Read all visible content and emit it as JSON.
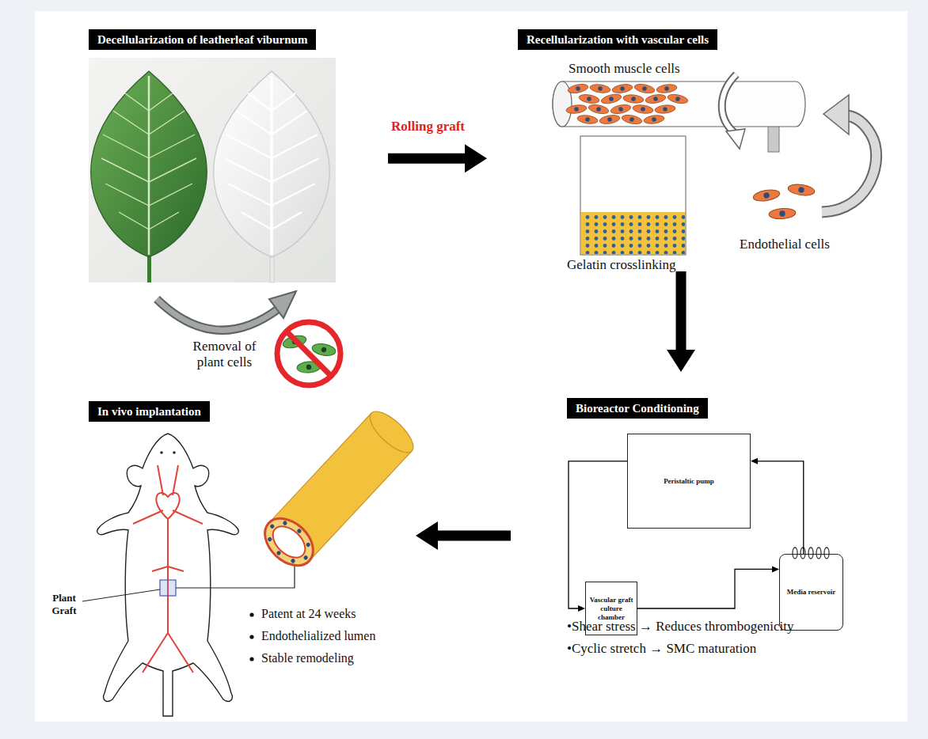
{
  "diagram": {
    "nodes": [
      {
        "text": [
          "Decellularization of leatherleaf viburnum"
        ]
      },
      {
        "text": [
          "Recellularization with vascular cells"
        ]
      },
      {
        "text": [
          "Bioreactor Conditioning"
        ]
      },
      {
        "text": [
          "Peristaltic pump"
        ],
        "in": 2
      },
      {
        "text": [
          "Vascular graft culture chamber"
        ],
        "in": 2
      },
      {
        "text": [
          "Media reservoir"
        ],
        "in": 2
      },
      {
        "text": [
          "In vivo implantation"
        ]
      }
    ],
    "edges": [
      {
        "from": 0,
        "to": 1,
        "label": "Rolling graft",
        "arrow": "to"
      },
      {
        "from": 1,
        "to": 2,
        "arrow": "to"
      },
      {
        "from": 2,
        "to": 6,
        "arrow": "to"
      },
      {
        "from": 5,
        "to": 3,
        "arrow": "to"
      },
      {
        "from": 3,
        "to": 4,
        "arrow": "to"
      },
      {
        "from": 4,
        "to": 5,
        "arrow": "to"
      }
    ],
    "labels": [
      "Removal of plant cells",
      "Smooth muscle cells",
      "Gelatin crosslinking",
      "Endothelial cells",
      "•Shear stress → Reduces thrombogenicity",
      "•Cyclic stretch → SMC maturation",
      "Plant Graft",
      "Patent at 24 weeks",
      "Endothelialized lumen",
      "Stable remodeling"
    ]
  }
}
